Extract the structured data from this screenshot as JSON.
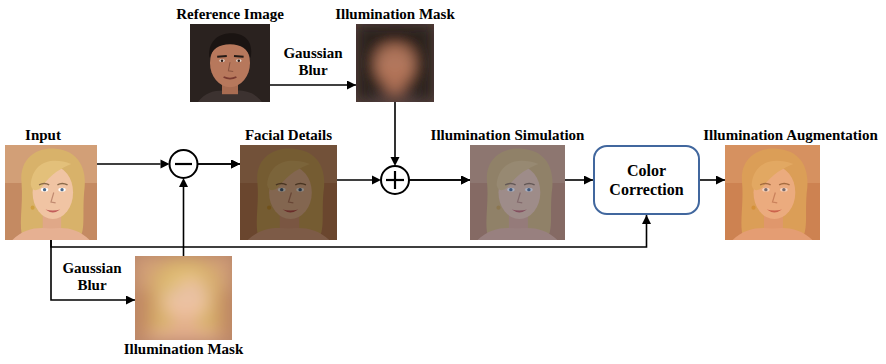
{
  "diagram": {
    "nodes": [
      {
        "text": [
          "Reference Image"
        ]
      },
      {
        "text": [
          "Illumination Mask"
        ]
      },
      {
        "text": [
          "Input"
        ]
      },
      {
        "text": [
          "Facial Details"
        ]
      },
      {
        "text": [
          "Illumination Simulation"
        ]
      },
      {
        "text": [
          "Color Correction"
        ]
      },
      {
        "text": [
          "Illumination Augmentation"
        ]
      },
      {
        "text": [
          "Illumination Mask"
        ]
      }
    ],
    "edges": [
      {
        "from": 0,
        "to": 1,
        "label": "Gaussian Blur",
        "arrow": "to"
      },
      {
        "from": 2,
        "to": 7,
        "label": "Gaussian Blur",
        "arrow": "to"
      },
      {
        "from": 2,
        "to": 5,
        "arrow": "to"
      },
      {
        "from": 2,
        "to": 3,
        "arrow": "to"
      },
      {
        "from": 7,
        "to": 3,
        "arrow": "to"
      },
      {
        "from": 3,
        "to": 4,
        "arrow": "to"
      },
      {
        "from": 1,
        "to": 4,
        "arrow": "to"
      },
      {
        "from": 4,
        "to": 5,
        "arrow": "to"
      },
      {
        "from": 5,
        "to": 6,
        "arrow": "to"
      }
    ]
  }
}
